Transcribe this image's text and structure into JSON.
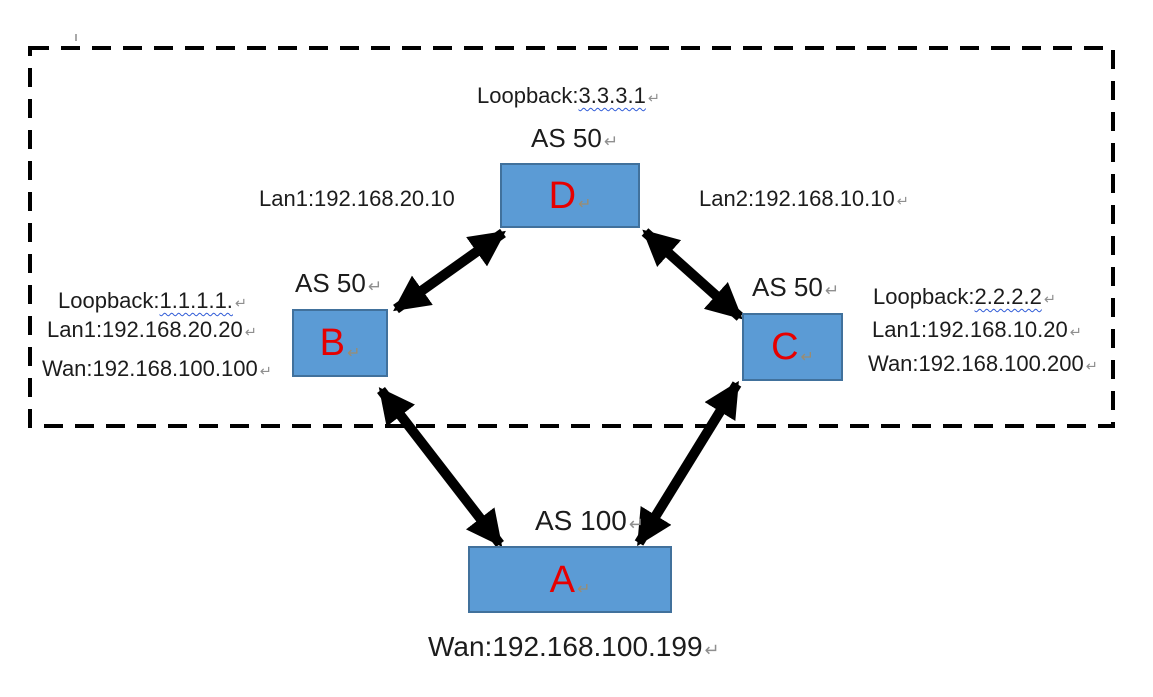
{
  "nodes": {
    "d": {
      "letter": "D",
      "as_label": "AS 50",
      "loopback_prefix": "Loopback:",
      "loopback_ip": "3.3.3.1",
      "lan1": "Lan1:192.168.20.10",
      "lan2": "Lan2:192.168.10.10"
    },
    "b": {
      "letter": "B",
      "as_label": "AS 50",
      "loopback_prefix": "Loopback:",
      "loopback_ip": "1.1.1.1.",
      "lan1": "Lan1:192.168.20.20",
      "wan": "Wan:192.168.100.100"
    },
    "c": {
      "letter": "C",
      "as_label": "AS 50",
      "loopback_prefix": "Loopback:",
      "loopback_ip": "2.2.2.2",
      "lan1": "Lan1:192.168.10.20",
      "wan": "Wan:192.168.100.200"
    },
    "a": {
      "letter": "A",
      "as_label": "AS 100",
      "wan": "Wan:192.168.100.199"
    }
  },
  "links": [
    {
      "from": "B",
      "to": "D",
      "bidirectional": true
    },
    {
      "from": "D",
      "to": "C",
      "bidirectional": true
    },
    {
      "from": "B",
      "to": "A",
      "bidirectional": true
    },
    {
      "from": "C",
      "to": "A",
      "bidirectional": true
    }
  ],
  "marks": {
    "pilcrow": "↵"
  },
  "colors": {
    "background": "#ffffff",
    "node_fill": "#5b9bd5",
    "node_border": "#41719c",
    "node_letter": "#e60000",
    "arrow": "#000000",
    "dashed_border": "#000000",
    "squiggle": "#2f5bd7",
    "pilcrow": "#8f8f8f",
    "text": "#1c1c1c"
  }
}
